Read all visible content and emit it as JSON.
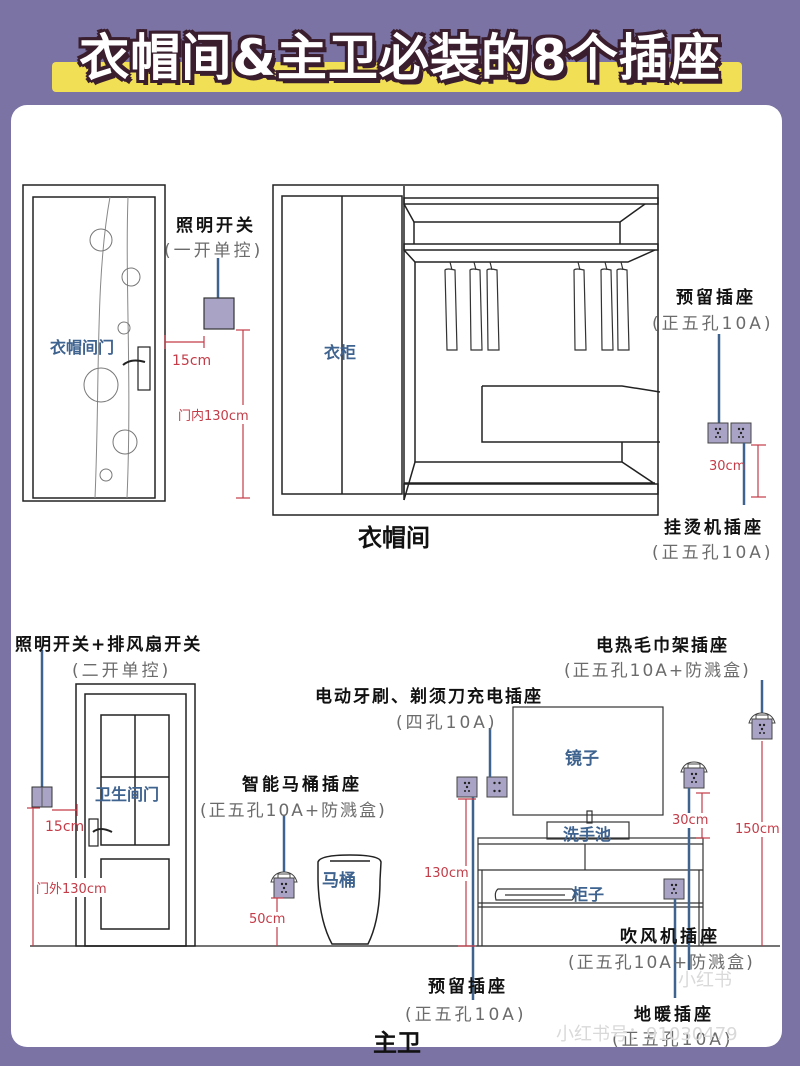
{
  "title": "衣帽间&主卫必装的8个插座",
  "colors": {
    "background": "#7b73a3",
    "title_highlight": "#f1df55",
    "title_outline": "#3a1e2e",
    "socket_fill": "#a9a4c6",
    "lead_line": "#3f638f",
    "dimension": "#c33c48"
  },
  "cloakroom": {
    "room_label": "衣帽间",
    "door_label": "衣帽间门",
    "wardrobe_label": "衣柜",
    "switch": {
      "name": "照明开关",
      "spec": "(一开单控)",
      "icon": "switch-icon"
    },
    "switch_offset": "15cm",
    "switch_height": "门内130cm",
    "reserved_socket": {
      "name": "预留插座",
      "spec": "(正五孔10A)",
      "icon": "socket-icon"
    },
    "steamer_socket": {
      "name": "挂烫机插座",
      "spec": "(正五孔10A)",
      "icon": "socket-icon"
    },
    "socket_height": "30cm"
  },
  "bathroom": {
    "room_label": "主卫",
    "door_label": "卫生间门",
    "toilet_label": "马桶",
    "mirror_label": "镜子",
    "sink_label": "洗手池",
    "cabinet_label": "柜子",
    "switch": {
      "name": "照明开关+排风扇开关",
      "spec": "(二开单控)",
      "icon": "switch-icon"
    },
    "switch_offset": "15cm",
    "switch_height": "门外130cm",
    "toilet_socket": {
      "name": "智能马桶插座",
      "spec": "(正五孔10A+防溅盒)",
      "height": "50cm"
    },
    "toothbrush_socket": {
      "name": "电动牙刷、剃须刀充电插座",
      "spec": "(四孔10A)"
    },
    "towel_rack_socket": {
      "name": "电热毛巾架插座",
      "spec": "(正五孔10A+防溅盒)",
      "height": "150cm"
    },
    "reserved_socket": {
      "name": "预留插座",
      "spec": "(正五孔10A)",
      "height": "130cm"
    },
    "hairdryer_socket": {
      "name": "吹风机插座",
      "spec": "(正五孔10A+防溅盒)",
      "height": "30cm"
    },
    "floor_heating_socket": {
      "name": "地暖插座",
      "spec": "(正五孔10A)"
    }
  },
  "watermark": {
    "logo": "小红书",
    "text": "小红书号：91030479"
  }
}
